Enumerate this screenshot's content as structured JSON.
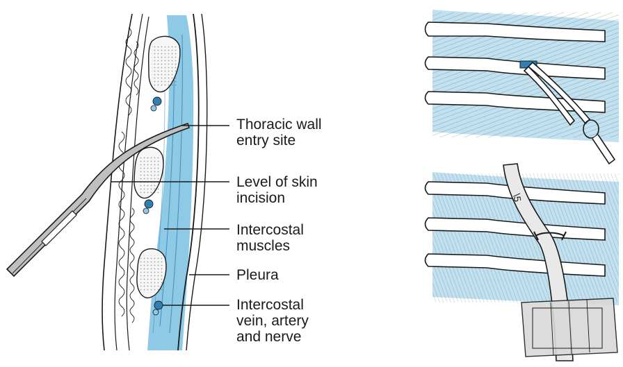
{
  "diagram": {
    "labels": [
      {
        "id": "thoracic-wall-entry-site",
        "lines": [
          "Thoracic wall",
          "entry site"
        ]
      },
      {
        "id": "level-of-skin-incision",
        "lines": [
          "Level of skin",
          "incision"
        ]
      },
      {
        "id": "intercostal-muscles",
        "lines": [
          "Intercostal",
          "muscles"
        ]
      },
      {
        "id": "pleura",
        "lines": [
          "Pleura"
        ]
      },
      {
        "id": "intercostal-vessels-nerve",
        "lines": [
          "Intercostal",
          "vein, artery",
          "and nerve"
        ]
      }
    ],
    "tube_marking": "\\5"
  },
  "colors": {
    "muscle_blue": "#8ec9e6",
    "dark_blue": "#2f7fb3",
    "line": "#1a1a1a",
    "bone": "#f6f6f6",
    "dressing": "#d9d9d9"
  }
}
